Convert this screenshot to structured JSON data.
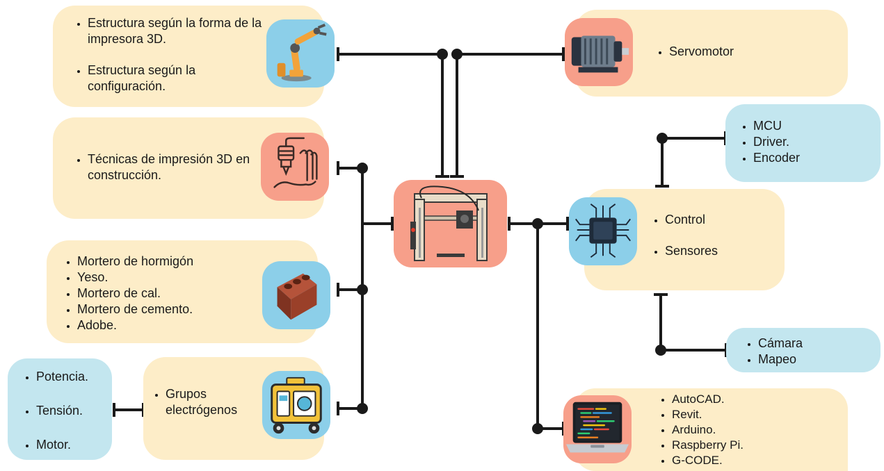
{
  "nodes": {
    "structure": {
      "items": [
        "Estructura según la forma de la impresora 3D.",
        "Estructura según la configuración."
      ],
      "icon": "robot-arm-icon"
    },
    "techniques": {
      "items": [
        "Técnicas de impresión 3D en construcción."
      ],
      "icon": "3d-print-nozzle-icon"
    },
    "materials": {
      "items": [
        "Mortero de hormigón",
        "Yeso.",
        "Mortero de cal.",
        "Mortero de cemento.",
        "Adobe."
      ],
      "icon": "brick-icon"
    },
    "generators": {
      "items": [
        "Grupos electrógenos"
      ],
      "icon": "generator-icon"
    },
    "generator_specs": {
      "items": [
        "Potencia.",
        "Tensión.",
        "Motor."
      ]
    },
    "servomotor": {
      "items": [
        "Servomotor"
      ],
      "icon": "motor-icon"
    },
    "electronics": {
      "items": [
        "MCU",
        "Driver.",
        "Encoder"
      ]
    },
    "control": {
      "items": [
        "Control",
        "Sensores"
      ],
      "icon": "microchip-icon"
    },
    "vision": {
      "items": [
        "Cámara",
        "Mapeo"
      ]
    },
    "software": {
      "items": [
        "AutoCAD.",
        "Revit.",
        "Arduino.",
        "Raspberry Pi.",
        "G-CODE."
      ],
      "icon": "laptop-code-icon"
    },
    "center": {
      "icon": "3d-printer-icon"
    }
  },
  "colors": {
    "cream": "#fdedc8",
    "light_blue": "#c3e6ef",
    "icon_blue": "#8ccfe9",
    "icon_salmon": "#f79f8a",
    "wire": "#1a1a1a"
  }
}
